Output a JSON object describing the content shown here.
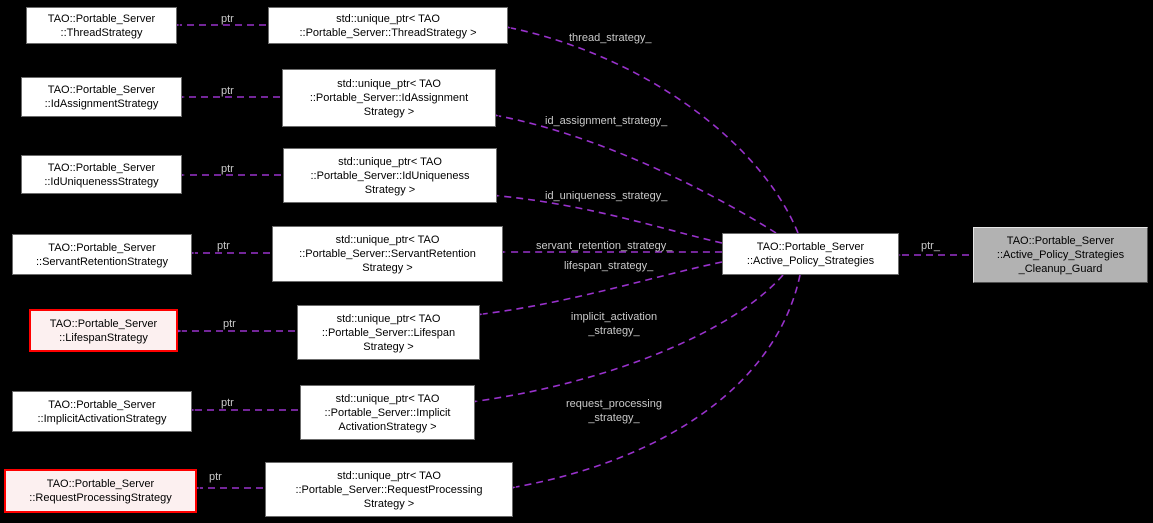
{
  "diagram_title": "Collaboration graph for TAO::Portable_Server::Active_Policy_Strategies_Cleanup_Guard",
  "colors": {
    "background": "#000000",
    "edge": "#9932cc",
    "edge_label_text": "#c9c9c9",
    "node_fill": "#ffffff",
    "node_border": "#6b6b6b",
    "node_text": "#000000",
    "highlight_border": "#ff0000",
    "highlight_fill": "#fcf0f0",
    "current_node_fill": "#b2b2b2"
  },
  "nodes": {
    "thread_class": {
      "lines": [
        "TAO::Portable_Server",
        "::ThreadStrategy"
      ]
    },
    "thread_ptr": {
      "lines": [
        "std::unique_ptr< TAO",
        "::Portable_Server::ThreadStrategy >"
      ]
    },
    "id_assignment_class": {
      "lines": [
        "TAO::Portable_Server",
        "::IdAssignmentStrategy"
      ]
    },
    "id_assignment_ptr": {
      "lines": [
        "std::unique_ptr< TAO",
        "::Portable_Server::IdAssignment",
        "Strategy >"
      ]
    },
    "id_uniqueness_class": {
      "lines": [
        "TAO::Portable_Server",
        "::IdUniquenessStrategy"
      ]
    },
    "id_uniqueness_ptr": {
      "lines": [
        "std::unique_ptr< TAO",
        "::Portable_Server::IdUniqueness",
        "Strategy >"
      ]
    },
    "servant_retention_class": {
      "lines": [
        "TAO::Portable_Server",
        "::ServantRetentionStrategy"
      ]
    },
    "servant_retention_ptr": {
      "lines": [
        "std::unique_ptr< TAO",
        "::Portable_Server::ServantRetention",
        "Strategy >"
      ]
    },
    "lifespan_class": {
      "lines": [
        "TAO::Portable_Server",
        "::LifespanStrategy"
      ]
    },
    "lifespan_ptr": {
      "lines": [
        "std::unique_ptr< TAO",
        "::Portable_Server::Lifespan",
        "Strategy >"
      ]
    },
    "implicit_activation_class": {
      "lines": [
        "TAO::Portable_Server",
        "::ImplicitActivationStrategy"
      ]
    },
    "implicit_activation_ptr": {
      "lines": [
        "std::unique_ptr< TAO",
        "::Portable_Server::Implicit",
        "ActivationStrategy >"
      ]
    },
    "request_processing_class": {
      "lines": [
        "TAO::Portable_Server",
        "::RequestProcessingStrategy"
      ]
    },
    "request_processing_ptr": {
      "lines": [
        "std::unique_ptr< TAO",
        "::Portable_Server::RequestProcessing",
        "Strategy >"
      ]
    },
    "active_policy_strategies": {
      "lines": [
        "TAO::Portable_Server",
        "::Active_Policy_Strategies"
      ]
    },
    "cleanup_guard": {
      "lines": [
        "TAO::Portable_Server",
        "::Active_Policy_Strategies",
        "_Cleanup_Guard"
      ]
    }
  },
  "edge_labels": {
    "ptr": "ptr",
    "ptr_member": "ptr_",
    "thread": "thread_strategy_",
    "id_assignment": "id_assignment_strategy_",
    "id_uniqueness": "id_uniqueness_strategy_",
    "servant_retention": "servant_retention_strategy_",
    "lifespan": "lifespan_strategy_",
    "implicit_activation": {
      "line1": "implicit_activation",
      "line2": "_strategy_"
    },
    "request_processing": {
      "line1": "request_processing",
      "line2": "_strategy_"
    }
  }
}
